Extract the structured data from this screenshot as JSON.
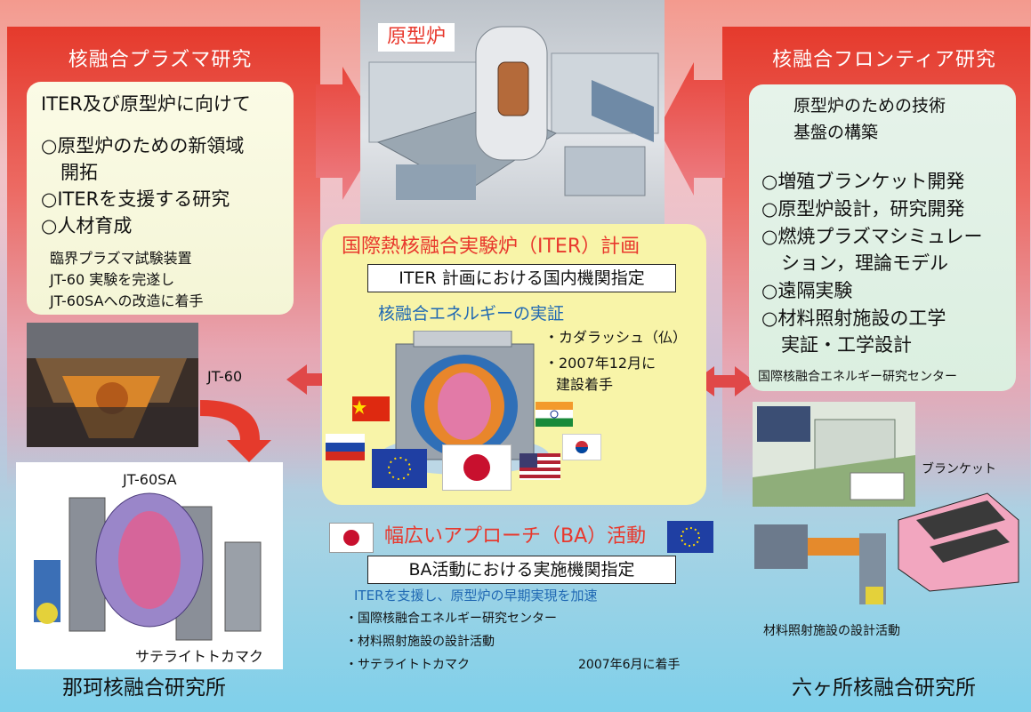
{
  "colors": {
    "banner_red": "#e53a2c",
    "title_red": "#e8382d",
    "blue_text": "#1f68b3",
    "panel_yellow": "#f8f4a8"
  },
  "left": {
    "header": "核融合プラズマ研究",
    "intro": "ITER及び原型炉に向けて",
    "bullets": [
      "○原型炉のための新領域",
      "開拓",
      "○ITERを支援する研究",
      "○人材育成"
    ],
    "note": [
      "臨界プラズマ試験装置",
      "JT-60 実験を完遂し",
      "JT-60SAへの改造に着手"
    ],
    "jt60_label": "JT-60",
    "jt60sa_label": "JT-60SA",
    "satellite_label": "サテライトトカマク",
    "site": "那珂核融合研究所"
  },
  "top": {
    "title": "原型炉"
  },
  "right": {
    "header": "核融合フロンティア研究",
    "intro": [
      "原型炉のための技術",
      "基盤の構築"
    ],
    "bullets": [
      "○増殖ブランケット開発",
      "○原型炉設計，研究開発",
      "○燃焼プラズマシミュレー",
      "ション，理論モデル",
      "○遠隔実験",
      "○材料照射施設の工学",
      "実証・工学設計"
    ],
    "center_label": "国際核融合エネルギー研究センター",
    "blanket_label": "ブランケット",
    "ifmif_label": "材料照射施設の設計活動",
    "site": "六ヶ所核融合研究所"
  },
  "center": {
    "title": "国際熱核融合実験炉（ITER）計画",
    "designation": "ITER 計画における国内機関指定",
    "subtitle": "核融合エネルギーの実証",
    "notes": [
      "・カダラッシュ（仏）",
      "・2007年12月に",
      "建設着手"
    ]
  },
  "ba": {
    "title": "幅広いアプローチ（BA）活動",
    "designation": "BA活動における実施機関指定",
    "subtitle": "ITERを支援し、原型炉の早期実現を加速",
    "items": [
      "・国際核融合エネルギー研究センター",
      "・材料照射施設の設計活動",
      "・サテライトトカマク"
    ],
    "start": "2007年6月に着手"
  }
}
